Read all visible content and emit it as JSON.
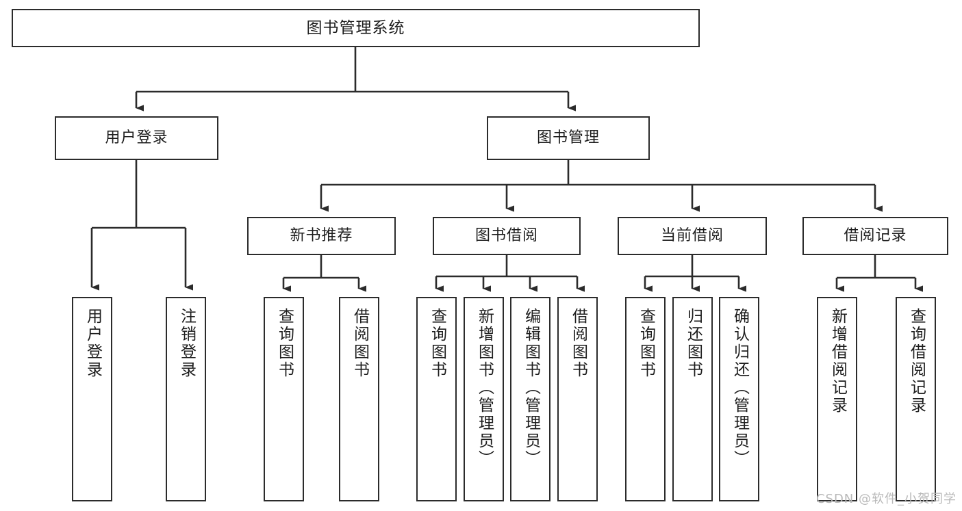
{
  "diagram": {
    "title": "图书管理系统",
    "type": "tree",
    "root": {
      "label": "图书管理系统"
    },
    "level1": [
      {
        "label": "用户登录"
      },
      {
        "label": "图书管理"
      }
    ],
    "level2": [
      {
        "label": "新书推荐"
      },
      {
        "label": "图书借阅"
      },
      {
        "label": "当前借阅"
      },
      {
        "label": "借阅记录"
      }
    ],
    "leaves": {
      "user_login": [
        {
          "label": "用户登录"
        },
        {
          "label": "注销登录"
        }
      ],
      "new_book_recommend": [
        {
          "label": "查询图书"
        },
        {
          "label": "借阅图书"
        }
      ],
      "book_borrow": [
        {
          "label": "查询图书"
        },
        {
          "label": "新增图书（管理员）"
        },
        {
          "label": "编辑图书（管理员）"
        },
        {
          "label": "借阅图书"
        }
      ],
      "current_borrow": [
        {
          "label": "查询图书"
        },
        {
          "label": "归还图书"
        },
        {
          "label": "确认归还（管理员）"
        }
      ],
      "borrow_record": [
        {
          "label": "新增借阅记录"
        },
        {
          "label": "查询借阅记录"
        }
      ]
    }
  },
  "watermark": {
    "text": "CSDN @软件_小贺同学"
  },
  "colors": {
    "stroke": "#2b2b2b",
    "fill": "#ffffff",
    "text": "#1d1d1d",
    "watermark": "#b9b9b9"
  }
}
